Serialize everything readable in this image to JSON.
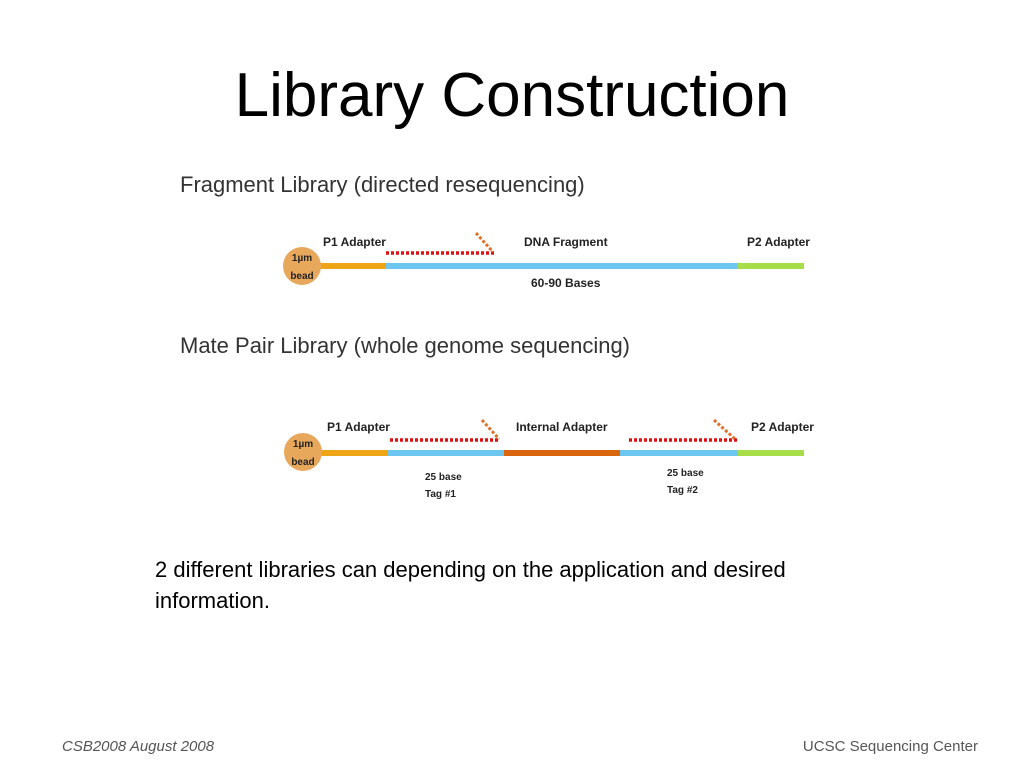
{
  "slide": {
    "title": "Library Construction",
    "caption": "2 different libraries can depending on the application and desired information.",
    "footer_left": "CSB2008  August 2008",
    "footer_right": "UCSC Sequencing Center"
  },
  "fragment_library": {
    "heading": "Fragment Library (directed resequencing)",
    "bead_line1": "1µm",
    "bead_line2": "bead",
    "p1_label": "P1 Adapter",
    "dna_label": "DNA Fragment",
    "p2_label": "P2 Adapter",
    "bases_label": "60-90 Bases"
  },
  "mate_pair_library": {
    "heading": "Mate Pair Library (whole genome sequencing)",
    "bead_line1": "1µm",
    "bead_line2": "bead",
    "p1_label": "P1 Adapter",
    "internal_label": "Internal Adapter",
    "p2_label": "P2 Adapter",
    "tag1_line1": "25 base",
    "tag1_line2": "Tag #1",
    "tag2_line1": "25 base",
    "tag2_line2": "Tag #2"
  },
  "colors": {
    "bead": "#e8a85c",
    "p1_adapter": "#eda516",
    "dna_fragment": "#6cc6f0",
    "p2_adapter": "#a6dd48",
    "internal_adapter": "#d9660e",
    "primer_red": "#dd1111",
    "primer_orange": "#e0702a"
  }
}
